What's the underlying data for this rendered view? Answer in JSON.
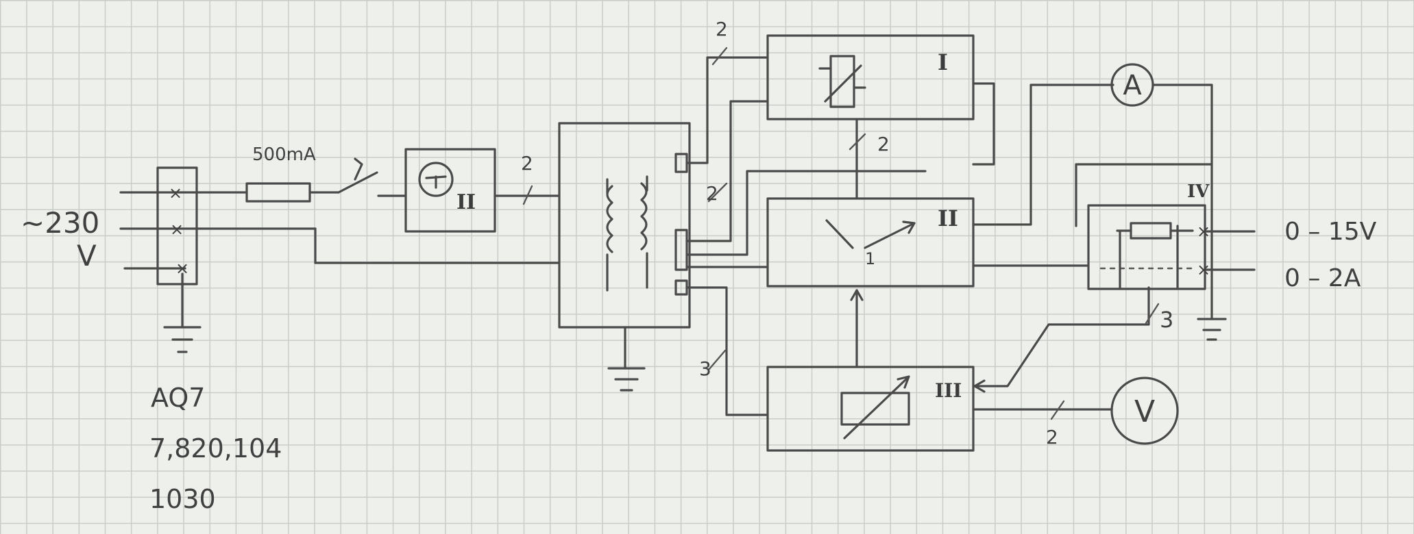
{
  "labels": {
    "mains": "~230",
    "mains_unit": "V",
    "fuse": "500mA",
    "wire2_a": "2",
    "wire2_b": "2",
    "wire2_c": "2",
    "wire2_d": "2",
    "wire2_e": "2",
    "wire3_a": "3",
    "wire3_b": "3",
    "block_I": "I",
    "block_II": "II",
    "block_II_small": "II",
    "block_III": "III",
    "block_IV": "IV",
    "transistor_pin": "1",
    "ammeter": "A",
    "voltmeter": "V",
    "out_voltage": "0 – 15V",
    "out_current": "0 – 2A",
    "note_1": "AQ7",
    "note_2": "7,820,104",
    "note_3": "1030"
  }
}
